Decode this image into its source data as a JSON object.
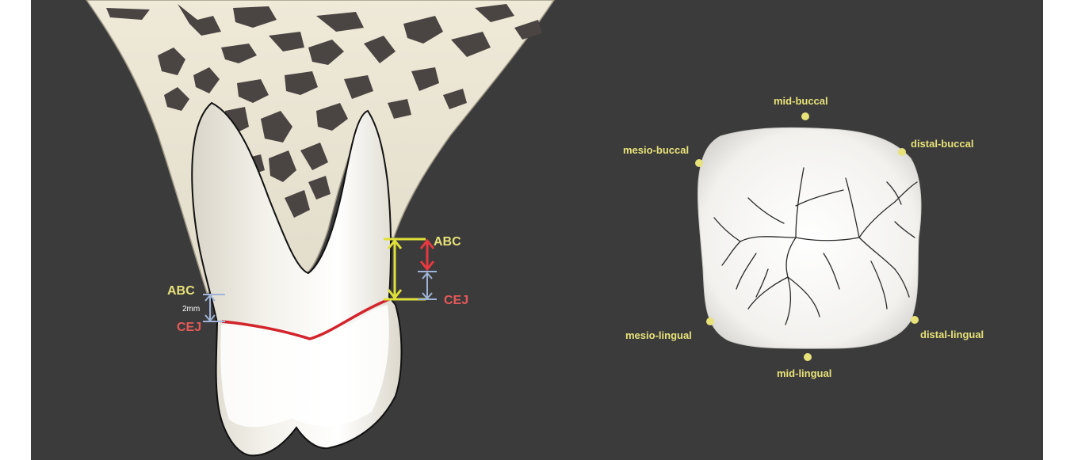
{
  "colors": {
    "background": "#3b3b3b",
    "bone": "#e9e4d4",
    "marrow": "#4a4442",
    "tooth": "#f5f3ee",
    "abc_label": "#e8e27a",
    "cej_label": "#e5595a",
    "cej_line": "#d2252b",
    "yellow_arrow": "#dfe13a",
    "red_arrow": "#e5393f",
    "blue_marker": "#9fb4d8",
    "point_dot": "#e8e27a",
    "white_text": "#ffffff"
  },
  "left_figure": {
    "left_side": {
      "abc": "ABC",
      "measurement": "2mm",
      "cej": "CEJ"
    },
    "right_side": {
      "abc": "ABC",
      "cej": "CEJ"
    }
  },
  "right_figure": {
    "points": {
      "mid_buccal": "mid-buccal",
      "mesio_buccal": "mesio-buccal",
      "distal_buccal": "distal-buccal",
      "mesio_lingual": "mesio-lingual",
      "distal_lingual": "distal-lingual",
      "mid_lingual": "mid-lingual"
    }
  }
}
